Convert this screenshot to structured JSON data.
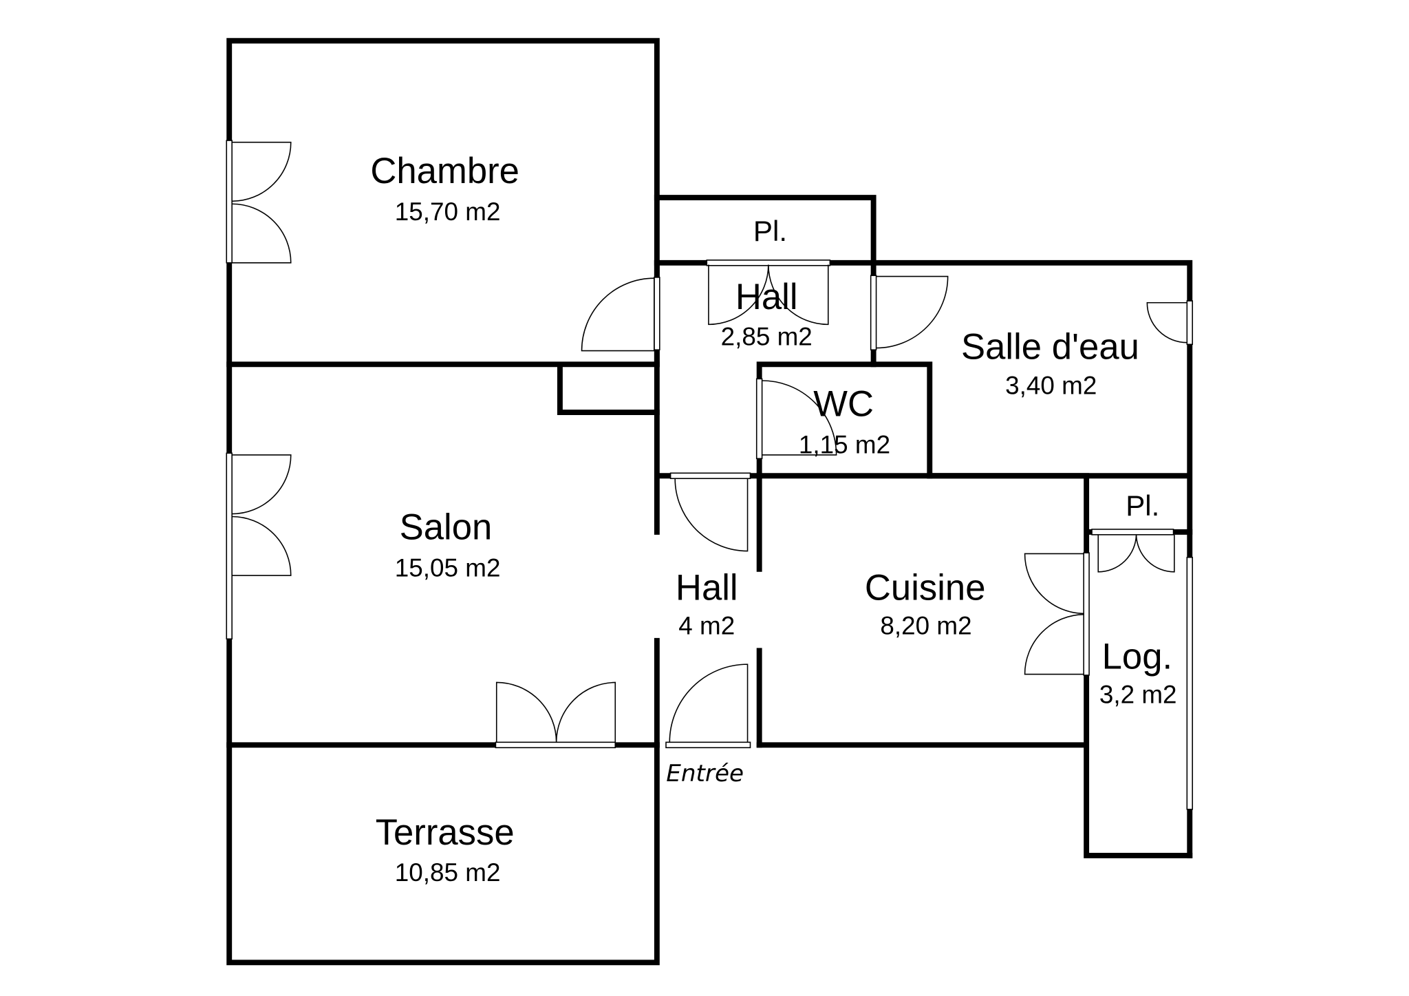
{
  "rooms": {
    "chambre": {
      "name": "Chambre",
      "area": "15,70 m2"
    },
    "placard_top": {
      "name": "Pl."
    },
    "hall_upper": {
      "name": "Hall",
      "area": "2,85 m2"
    },
    "salle_deau": {
      "name": "Salle d'eau",
      "area": "3,40 m2"
    },
    "wc": {
      "name": "WC",
      "area": "1,15 m2"
    },
    "salon": {
      "name": "Salon",
      "area": "15,05 m2"
    },
    "hall_lower": {
      "name": "Hall",
      "area": "4 m2"
    },
    "cuisine": {
      "name": "Cuisine",
      "area": "8,20 m2"
    },
    "placard_right": {
      "name": "Pl."
    },
    "loggia": {
      "name": "Log.",
      "area": "3,2 m2"
    },
    "terrasse": {
      "name": "Terrasse",
      "area": "10,85 m2"
    }
  },
  "entrance_label": "Entrée",
  "colors": {
    "wall": "#000000",
    "background": "#ffffff"
  }
}
